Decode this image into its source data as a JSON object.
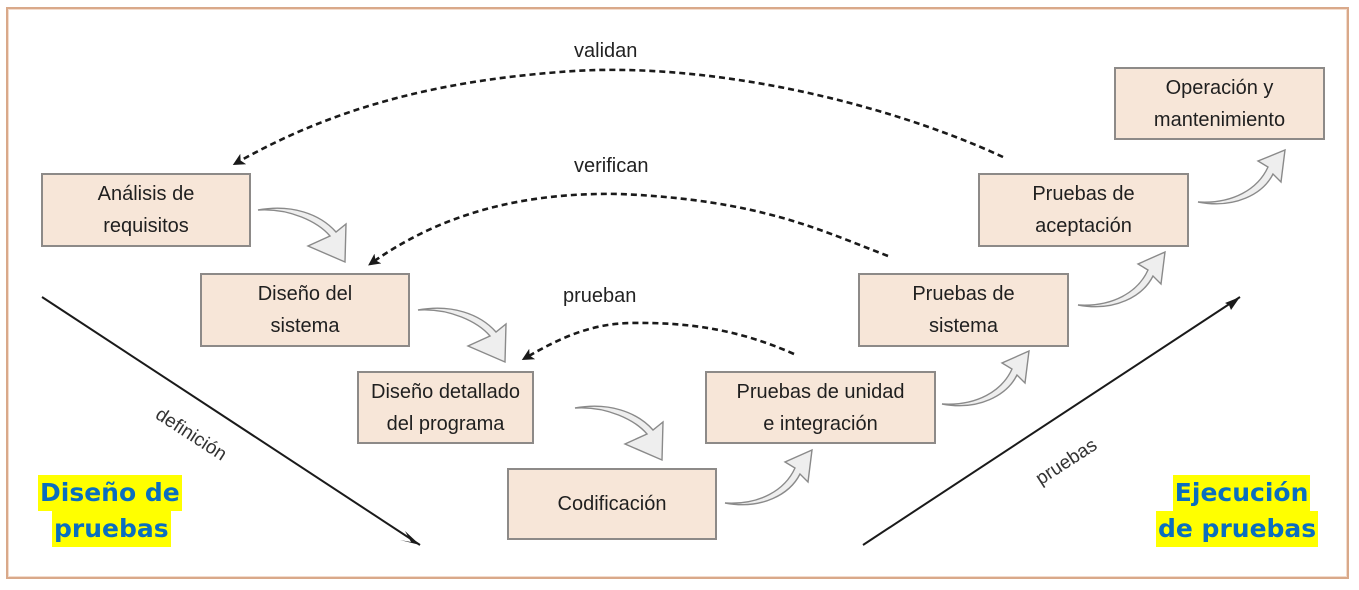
{
  "diagram": {
    "title": "Modelo en V",
    "colors": {
      "box_fill": "#f7e6d8",
      "box_border": "#8d8a88",
      "frame_border": "#d9a98a",
      "highlight_bg": "#ffff00",
      "highlight_text": "#0a6ebf",
      "connector_fill": "#eeeeee",
      "connector_stroke": "#8a8a8a"
    },
    "nodes": [
      {
        "id": "analisis",
        "label": "Análisis de\nrequisitos"
      },
      {
        "id": "diseno-sistema",
        "label": "Diseño del\nsistema"
      },
      {
        "id": "diseno-detallado",
        "label": "Diseño detallado\ndel programa"
      },
      {
        "id": "codificacion",
        "label": "Codificación"
      },
      {
        "id": "pruebas-unidad",
        "label": "Pruebas de unidad\ne integración"
      },
      {
        "id": "pruebas-sistema",
        "label": "Pruebas de\nsistema"
      },
      {
        "id": "pruebas-aceptacion",
        "label": "Pruebas de\naceptación"
      },
      {
        "id": "operacion",
        "label": "Operación y\nmantenimiento"
      }
    ],
    "flow_edges": [
      {
        "from": "analisis",
        "to": "diseno-sistema"
      },
      {
        "from": "diseno-sistema",
        "to": "diseno-detallado"
      },
      {
        "from": "diseno-detallado",
        "to": "codificacion"
      },
      {
        "from": "codificacion",
        "to": "pruebas-unidad"
      },
      {
        "from": "pruebas-unidad",
        "to": "pruebas-sistema"
      },
      {
        "from": "pruebas-sistema",
        "to": "pruebas-aceptacion"
      },
      {
        "from": "pruebas-aceptacion",
        "to": "operacion"
      }
    ],
    "dashed_edges": [
      {
        "from": "pruebas-aceptacion",
        "to": "analisis",
        "label": "validan"
      },
      {
        "from": "pruebas-sistema",
        "to": "diseno-sistema",
        "label": "verifican"
      },
      {
        "from": "pruebas-unidad",
        "to": "diseno-detallado",
        "label": "prueban"
      }
    ],
    "axes": {
      "left": "definición",
      "right": "pruebas"
    },
    "highlights": {
      "left": [
        "Diseño de",
        "pruebas"
      ],
      "right": [
        "Ejecución",
        "de pruebas"
      ]
    }
  }
}
